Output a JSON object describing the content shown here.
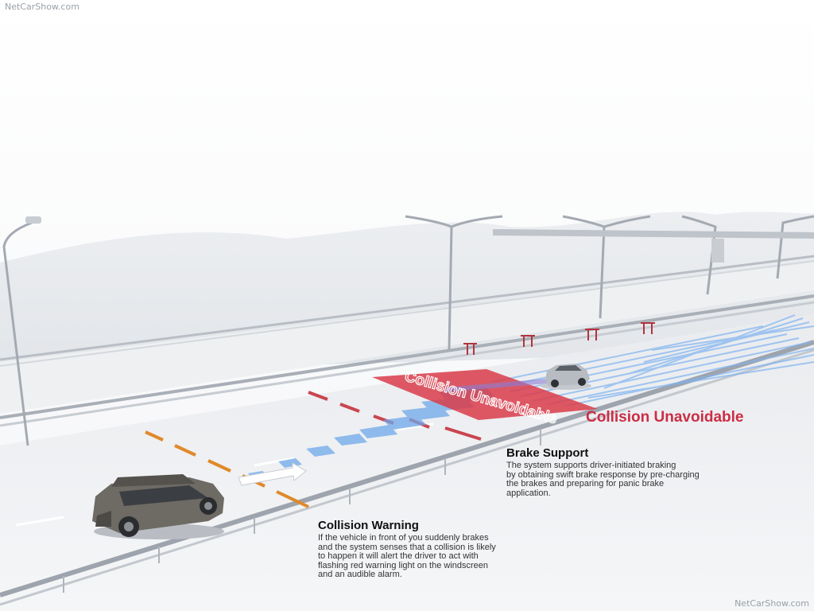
{
  "watermark": {
    "top": "NetCarShow.com",
    "bottom": "NetCarShow.com"
  },
  "zone_label": "Collision Unavoidable",
  "callout_unavoidable": "Collision Unavoidable",
  "brake_support": {
    "title": "Brake Support",
    "lines": [
      "The system supports driver-initiated braking",
      "by obtaining swift brake response by pre-charging",
      "the brakes and preparing for panic brake",
      "application."
    ]
  },
  "collision_warning": {
    "title": "Collision Warning",
    "lines": [
      "If the vehicle in front of you suddenly brakes",
      "and the system senses that a collision is likely",
      "to happen it will alert the driver to act with",
      "flashing red warning light on the windscreen",
      "and an audible alarm."
    ]
  },
  "colors": {
    "sensor_beam": "#5f9ee8",
    "danger_zone": "#d93c4a",
    "warning_line": "#e0892a",
    "callout_red": "#cc2d45",
    "ground": "#f2f3f5"
  }
}
